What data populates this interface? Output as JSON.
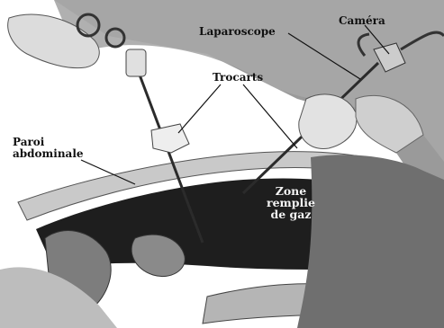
{
  "labels": {
    "laparoscope": "Laparoscope",
    "camera": "Caméra",
    "trocarts": "Trocarts",
    "paroi_line1": "Paroi",
    "paroi_line2": "abdominale",
    "zone_line1": "Zone",
    "zone_line2": "remplie",
    "zone_line3": "de gaz"
  },
  "colors": {
    "background": "#ffffff",
    "skin": "#cfcfcf",
    "gown": "#8d8d8d",
    "cavity": "#1e1e1e",
    "instrument": "#2b2b2b",
    "label": "#111111"
  }
}
